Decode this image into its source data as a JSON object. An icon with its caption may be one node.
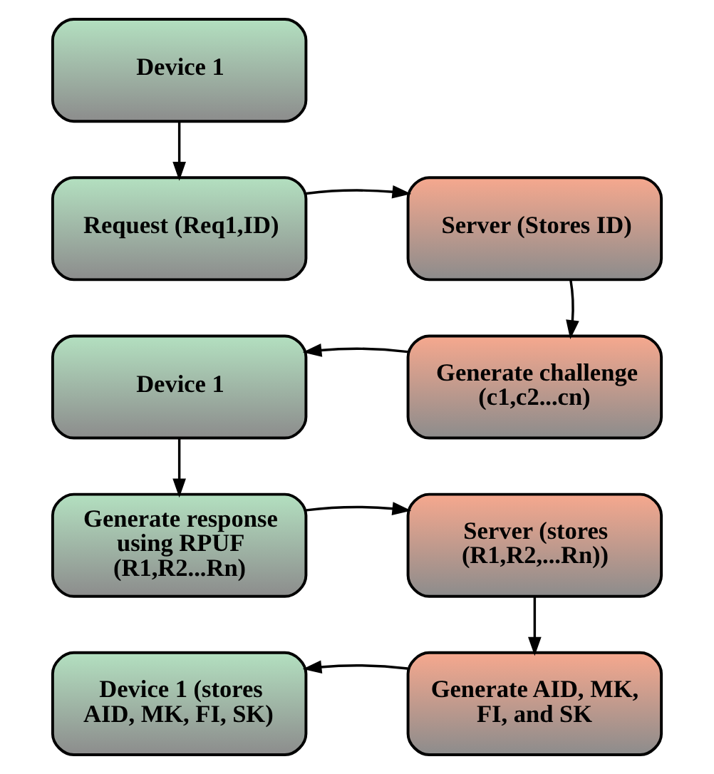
{
  "diagram": {
    "nodes": [
      {
        "text": [
          "Device 1"
        ]
      },
      {
        "text": [
          "Request (Req1,ID)"
        ]
      },
      {
        "text": [
          "Server (Stores ID)"
        ]
      },
      {
        "text": [
          "Generate challenge (c1,c2...cn)"
        ]
      },
      {
        "text": [
          "Device 1"
        ]
      },
      {
        "text": [
          "Generate response using RPUF (R1,R2...Rn)"
        ]
      },
      {
        "text": [
          "Server (stores (R1,R2,...Rn))"
        ]
      },
      {
        "text": [
          "Generate AID, MK, FI, and SK"
        ]
      },
      {
        "text": [
          "Device 1 (stores AID, MK, FI, SK)"
        ]
      }
    ],
    "edges": [
      {
        "from": 0,
        "to": 1,
        "arrow": "to"
      },
      {
        "from": 1,
        "to": 2,
        "arrow": "to"
      },
      {
        "from": 2,
        "to": 3,
        "arrow": "to"
      },
      {
        "from": 3,
        "to": 4,
        "arrow": "to"
      },
      {
        "from": 4,
        "to": 5,
        "arrow": "to"
      },
      {
        "from": 5,
        "to": 6,
        "arrow": "to"
      },
      {
        "from": 6,
        "to": 7,
        "arrow": "to"
      },
      {
        "from": 7,
        "to": 8,
        "arrow": "to"
      }
    ]
  }
}
